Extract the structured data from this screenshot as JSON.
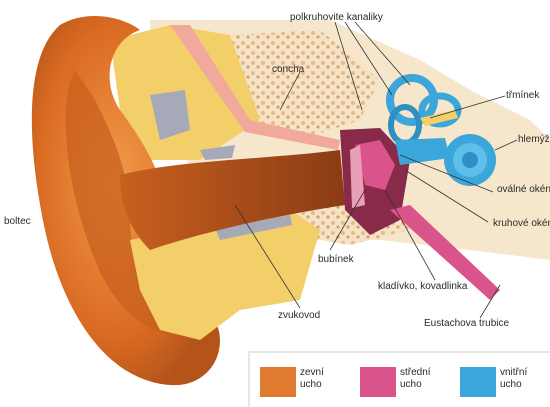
{
  "labels": {
    "canals": "polkruhovite kanaliky",
    "concha": "concha",
    "stirrup": "třmínek",
    "cochlea": "hlemýžď",
    "oval_window": "oválné okénko",
    "round_window": "kruhové okénko",
    "eardrum": "bubínek",
    "hammer_anvil": "kladívko, kovadlinka",
    "eustachian": "Eustachova trubice",
    "canal": "zvukovod",
    "auricle": "boltec"
  },
  "legend": [
    {
      "line1": "zevní",
      "line2": "ucho",
      "color": "#e07a30"
    },
    {
      "line1": "střední",
      "line2": "ucho",
      "color": "#d9548a"
    },
    {
      "line1": "vnitřní",
      "line2": "ucho",
      "color": "#3aa6d9"
    }
  ],
  "colors": {
    "outer_ear": "#e07a30",
    "middle_ear": "#d9548a",
    "inner_ear": "#3aa6d9",
    "bone": "#f3cf6a",
    "tissue": "#f6e6cc"
  }
}
